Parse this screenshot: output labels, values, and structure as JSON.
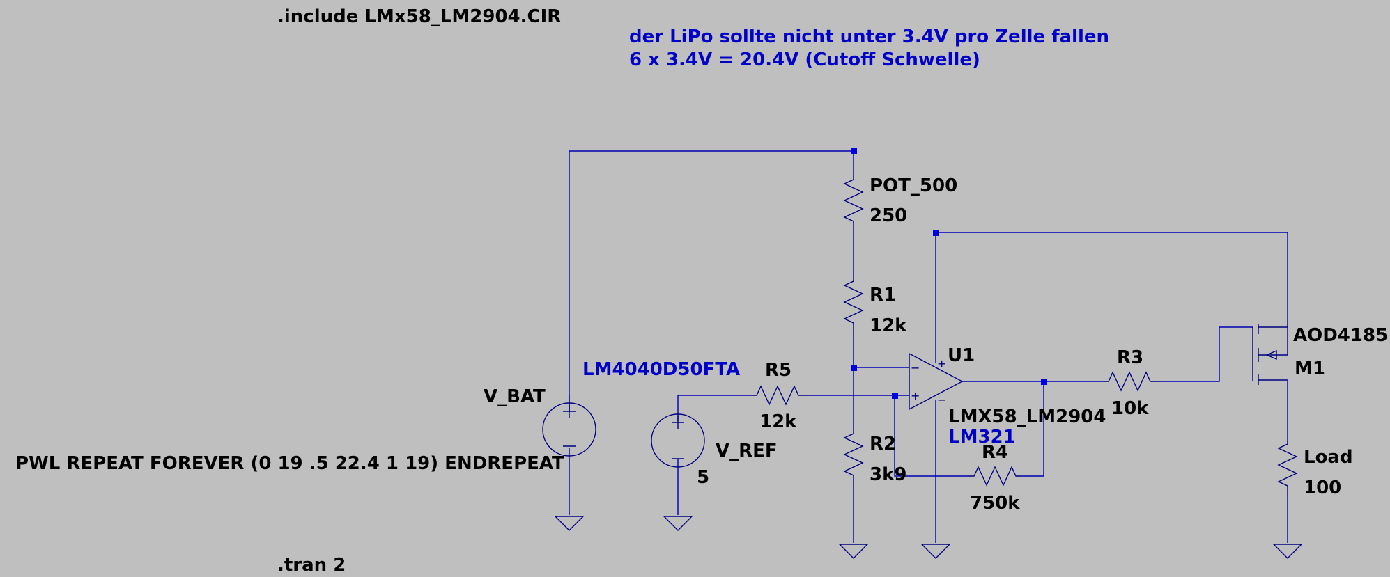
{
  "directives": {
    "include": ".include LMx58_LM2904.CIR",
    "tran": ".tran 2"
  },
  "comment": {
    "line1": "der LiPo sollte nicht unter 3.4V pro Zelle fallen",
    "line2": "6 x 3.4V = 20.4V (Cutoff Schwelle)"
  },
  "components": {
    "v_bat": {
      "name": "V_BAT",
      "value": "PWL REPEAT FOREVER (0 19 .5 22.4 1 19) ENDREPEAT"
    },
    "v_ref": {
      "name": "V_REF",
      "value": "5",
      "part": "LM4040D50FTA"
    },
    "pot": {
      "name": "POT_500",
      "value": "250"
    },
    "r1": {
      "name": "R1",
      "value": "12k"
    },
    "r2": {
      "name": "R2",
      "value": "3k9"
    },
    "r3": {
      "name": "R3",
      "value": "10k"
    },
    "r4": {
      "name": "R4",
      "value": "750k"
    },
    "r5": {
      "name": "R5",
      "value": "12k"
    },
    "u1": {
      "name": "U1",
      "value": "LMX58_LM2904",
      "alt": "LM321"
    },
    "m1": {
      "name": "M1",
      "value": "AOD4185"
    },
    "load": {
      "name": "Load",
      "value": "100"
    }
  },
  "colors": {
    "background": "#bfbfbf",
    "wire": "#0000b4",
    "label": "#000000",
    "comment": "#0000c8"
  }
}
